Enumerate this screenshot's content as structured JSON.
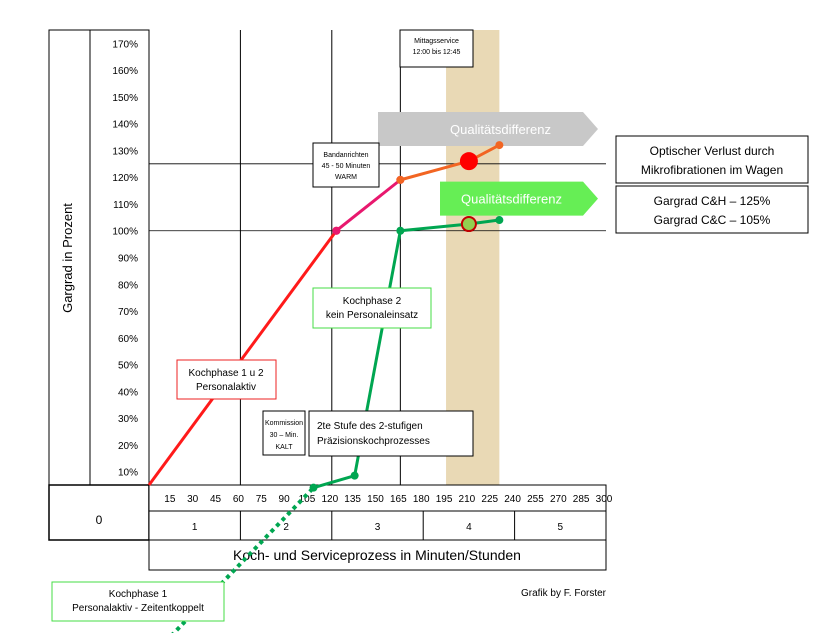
{
  "chart_data": {
    "type": "line",
    "ylabel": "Gargrad in Prozent",
    "xlabel": "Koch- und Serviceprozess in Minuten/Stunden",
    "origin_label": "0",
    "credit": "Grafik by F. Forster",
    "xlim": [
      0,
      300
    ],
    "ylim": [
      5,
      175
    ],
    "y_ticks": [
      "10%",
      "20%",
      "30%",
      "40%",
      "50%",
      "60%",
      "70%",
      "80%",
      "90%",
      "100%",
      "110%",
      "120%",
      "130%",
      "140%",
      "150%",
      "160%",
      "170%"
    ],
    "y_tick_values": [
      10,
      20,
      30,
      40,
      50,
      60,
      70,
      80,
      90,
      100,
      110,
      120,
      130,
      140,
      150,
      160,
      170
    ],
    "x_ticks": [
      "15",
      "30",
      "45",
      "60",
      "75",
      "90",
      "105",
      "120",
      "135",
      "150",
      "165",
      "180",
      "195",
      "210",
      "225",
      "240",
      "255",
      "270",
      "285",
      "300"
    ],
    "x_tick_values": [
      15,
      30,
      45,
      60,
      75,
      90,
      105,
      120,
      135,
      150,
      165,
      180,
      195,
      210,
      225,
      240,
      255,
      270,
      285,
      300
    ],
    "hours": [
      "1",
      "2",
      "3",
      "4",
      "5"
    ],
    "hour_bounds": [
      0,
      60,
      120,
      180,
      240,
      300
    ],
    "service_band": {
      "x_from": 195,
      "x_to": 230,
      "label_line1": "Mittagsservice",
      "label_line2": "12:00 bis 12:45"
    },
    "series": [
      {
        "color": "#ff1a1a",
        "points": [
          [
            0,
            5
          ],
          [
            123,
            100
          ]
        ]
      },
      {
        "color": "#e8186e",
        "points": [
          [
            123,
            100
          ],
          [
            165,
            119
          ]
        ]
      },
      {
        "color": "#f26522",
        "points": [
          [
            165,
            119
          ],
          [
            210,
            126
          ],
          [
            230,
            132
          ]
        ]
      },
      {
        "color": "#00a651",
        "points": [
          [
            108,
            4
          ],
          [
            135,
            8.5
          ],
          [
            165,
            100
          ],
          [
            210,
            102.5
          ],
          [
            230,
            104
          ]
        ],
        "dotted_from": [
          [
            0,
            -60
          ],
          [
            108,
            4
          ]
        ]
      }
    ],
    "markers": [
      {
        "x": 210,
        "y": 126,
        "color": "#ff0000",
        "r": 9
      },
      {
        "x": 210,
        "y": 102.5,
        "color": "#92d050",
        "stroke": "#c00000",
        "r": 7
      }
    ],
    "arrows": [
      {
        "text": "Qualitätsdifferenz",
        "y": 138,
        "color": "#c8c8c8"
      },
      {
        "text": "Qualitätsdifferenz",
        "y": 112,
        "color": "#66ee55"
      }
    ],
    "annotations": {
      "bandanrichten": [
        "Bandanrichten",
        "45 - 50 Minuten",
        "WARM"
      ],
      "kochphase2": [
        "Kochphase 2",
        "kein Personaleinsatz"
      ],
      "kochphase12": [
        "Kochphase 1 u 2",
        "Personalaktiv"
      ],
      "kommission": [
        "Kommission",
        "30 – Min.",
        "KALT"
      ],
      "stufe": [
        "2te Stufe des 2-stufigen",
        "Präzisionskochprozesses"
      ],
      "kochphase1": [
        "Kochphase 1",
        "Personalaktiv - Zeitentkoppelt"
      ]
    },
    "legend_boxes": {
      "verlust": [
        "Optischer Verlust durch",
        "Mikrofibrationen im Wagen"
      ],
      "gargrad": [
        "Gargrad C&H – 125%",
        "Gargrad C&C – 105%"
      ]
    }
  }
}
